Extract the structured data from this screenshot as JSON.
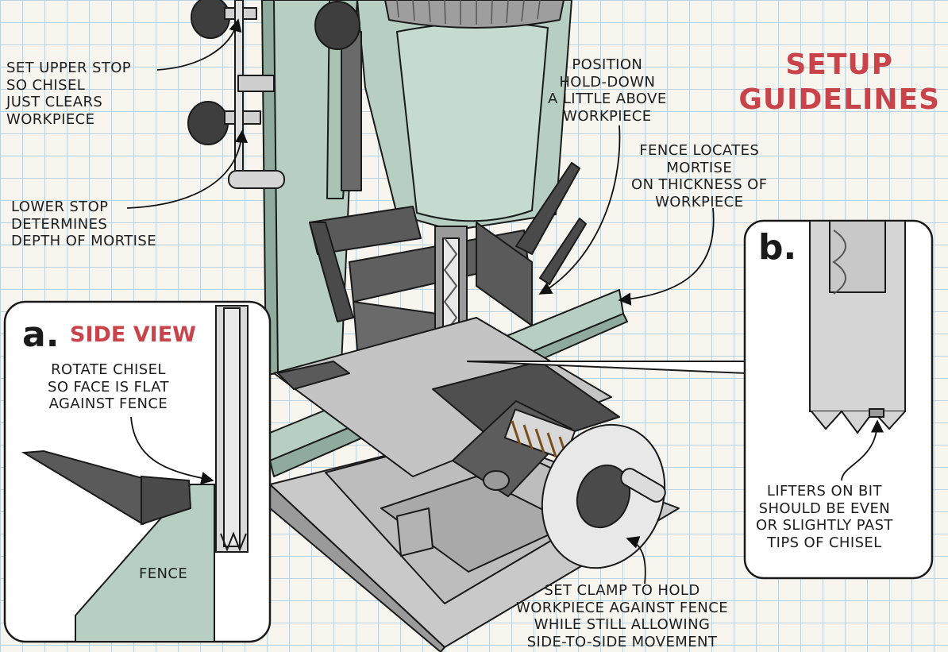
{
  "title": {
    "line1": "SETUP",
    "line2": "GUIDELINES"
  },
  "panel_a": {
    "letter": "a.",
    "title": "SIDE VIEW",
    "note": [
      "ROTATE CHISEL",
      "SO FACE IS FLAT",
      "AGAINST FENCE"
    ],
    "fence_label": "FENCE"
  },
  "panel_b": {
    "letter": "b.",
    "note": [
      "LIFTERS ON BIT",
      "SHOULD BE EVEN",
      "OR SLIGHTLY PAST",
      "TIPS OF CHISEL"
    ]
  },
  "callouts": {
    "upper_stop": [
      "SET UPPER STOP",
      "SO CHISEL",
      "JUST CLEARS",
      "WORKPIECE"
    ],
    "lower_stop": [
      "LOWER STOP",
      "DETERMINES",
      "DEPTH OF MORTISE"
    ],
    "hold_down": [
      "POSITION",
      "HOLD-DOWN",
      "A LITTLE ABOVE",
      "WORKPIECE"
    ],
    "fence": [
      "FENCE LOCATES",
      "MORTISE",
      "ON THICKNESS OF",
      "WORKPIECE"
    ],
    "clamp": [
      "SET CLAMP TO HOLD",
      "WORKPIECE AGAINST FENCE",
      "WHILE STILL ALLOWING",
      "SIDE-TO-SIDE MOVEMENT"
    ]
  },
  "colors": {
    "machine_green": "#b7cfc2",
    "shadow_green": "#8fab9d",
    "cast_gray": "#c4c4c4",
    "dark_gray": "#4f4f4f",
    "title_red": "#c9434a",
    "grid_blue": "#b9d3e3"
  }
}
